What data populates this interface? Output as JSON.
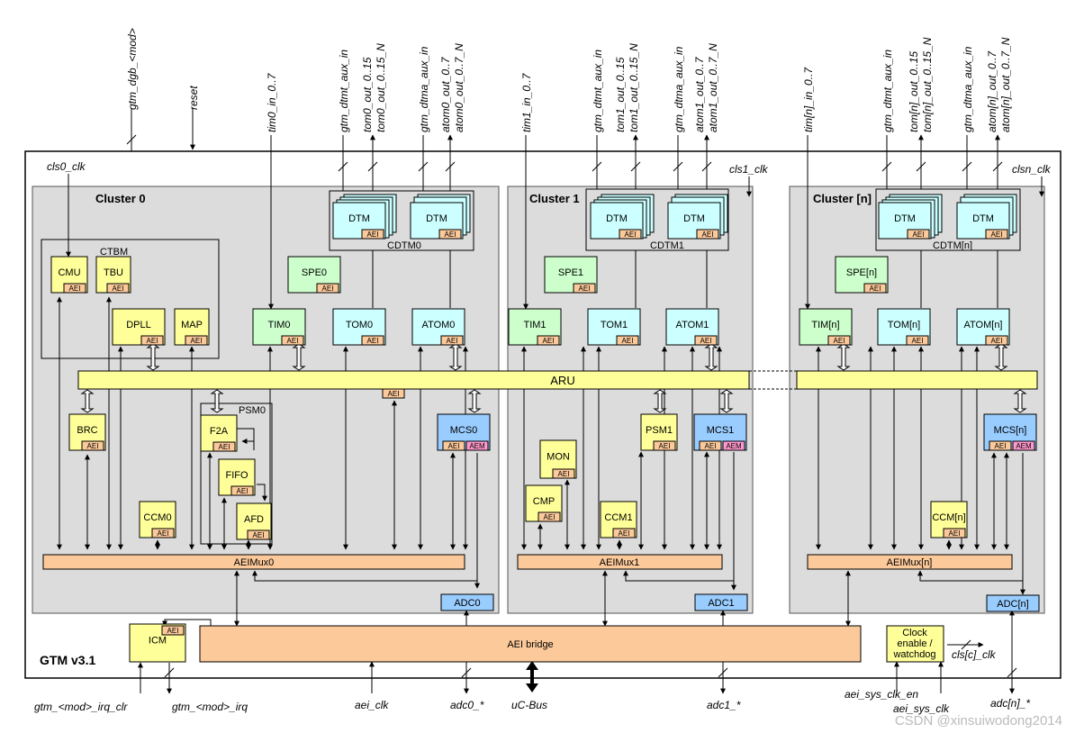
{
  "title": "GTM v3.1",
  "watermark": "CSDN @xinsuiwodong2014",
  "top_signals": {
    "dgb": "gtm_dgb_<mod>",
    "reset": "reset",
    "tim0_in": "tim0_in_0..7",
    "dtmt_aux0": "gtm_dtmt_aux_in",
    "tom0_out": "tom0_out_0..15",
    "tom0_out_n": "tom0_out_0..15_N",
    "dtma_aux0": "gtm_dtma_aux_in",
    "atom0_out": "atom0_out_0..7",
    "atom0_out_n": "atom0_out_0..7_N",
    "tim1_in": "tim1_in_0..7",
    "dtmt_aux1": "gtm_dtmt_aux_in",
    "tom1_out": "tom1_out_0..15",
    "tom1_out_n": "tom1_out_0..15_N",
    "dtma_aux1": "gtm_dtma_aux_in",
    "atom1_out": "atom1_out_0..7",
    "atom1_out_n": "atom1_out_0..7_N",
    "timn_in": "tim[n]_in_0..7",
    "dtmt_auxn": "gtm_dtmt_aux_in",
    "tomn_out": "tom[n]_out_0..15",
    "tomn_out_n": "tom[n]_out_0..15_N",
    "dtma_auxn": "gtm_dtma_aux_in",
    "atomn_out": "atom[n]_out_0..7",
    "atomn_out_n": "atom[n]_out_0..7_N"
  },
  "clocks": {
    "cls0": "cls0_clk",
    "cls1": "cls1_clk",
    "clsn": "clsn_clk"
  },
  "clusters": {
    "c0": "Cluster 0",
    "c1": "Cluster 1",
    "cn": "Cluster [n]"
  },
  "blocks": {
    "dtm": "DTM",
    "aei": "AEI",
    "aem": "AEM",
    "cdtm0": "CDTM0",
    "cdtm1": "CDTM1",
    "cdtmn": "CDTM[n]",
    "ctbm": "CTBM",
    "cmu": "CMU",
    "tbu": "TBU",
    "dpll": "DPLL",
    "map": "MAP",
    "spe0": "SPE0",
    "spe1": "SPE1",
    "spen": "SPE[n]",
    "tim0": "TIM0",
    "tim1": "TIM1",
    "timn": "TIM[n]",
    "tom0": "TOM0",
    "tom1": "TOM1",
    "tomn": "TOM[n]",
    "atom0": "ATOM0",
    "atom1": "ATOM1",
    "atomn": "ATOM[n]",
    "aru": "ARU",
    "brc": "BRC",
    "psm0": "PSM0",
    "f2a": "F2A",
    "fifo": "FIFO",
    "afd": "AFD",
    "mcs0": "MCS0",
    "mcs1": "MCS1",
    "mcsn": "MCS[n]",
    "mon": "MON",
    "cmp": "CMP",
    "psm1": "PSM1",
    "ccm0": "CCM0",
    "ccm1": "CCM1",
    "ccmn": "CCM[n]",
    "aeimux0": "AEIMux0",
    "aeimux1": "AEIMux1",
    "aeimuxn": "AEIMux[n]",
    "adc0": "ADC0",
    "adc1": "ADC1",
    "adcn": "ADC[n]",
    "icm": "ICM",
    "aei_bridge": "AEI bridge",
    "clock_line1": "Clock",
    "clock_line2": "enable /",
    "clock_line3": "watchdog"
  },
  "bottom_signals": {
    "irq_clr": "gtm_<mod>_irq_clr",
    "irq": "gtm_<mod>_irq",
    "aei_clk": "aei_clk",
    "adc0": "adc0_*",
    "ucbus": "uC-Bus",
    "adc1": "adc1_*",
    "sys_clk_en": "aei_sys_clk_en",
    "sys_clk": "aei_sys_clk",
    "clsc": "cls[c]_clk",
    "adcn": "adc[n]_*"
  },
  "colors": {
    "yellow": "#ffff99",
    "green": "#ccffcc",
    "cyan": "#ccffff",
    "blue": "#99ccff",
    "orange": "#fcc99a",
    "pink": "#ff99cc",
    "cluster": "#dcdcdc"
  }
}
